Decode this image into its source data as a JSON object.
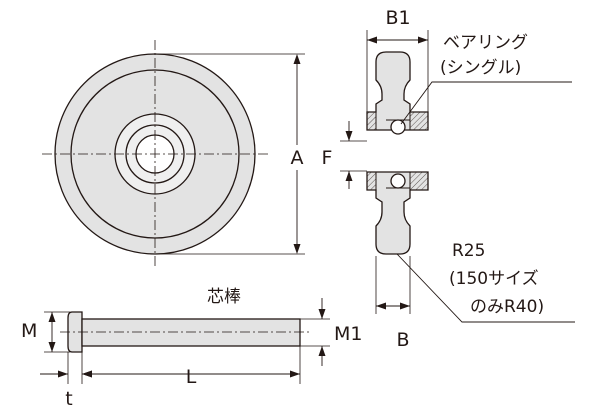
{
  "labels": {
    "dim_a": "A",
    "dim_b1": "B1",
    "dim_f": "F",
    "dim_b": "B",
    "dim_m": "M",
    "dim_m1": "M1",
    "dim_l": "L",
    "dim_t": "t",
    "bearing_line1": "ベアリング",
    "bearing_line2": "(シングル)",
    "radius_line1": "R25",
    "radius_line2": "(150サイズ",
    "radius_line3": "のみR40)",
    "shaft_title": "芯棒"
  },
  "colors": {
    "line": "#231815",
    "fill": "#e3e3e3",
    "background": "#ffffff"
  }
}
